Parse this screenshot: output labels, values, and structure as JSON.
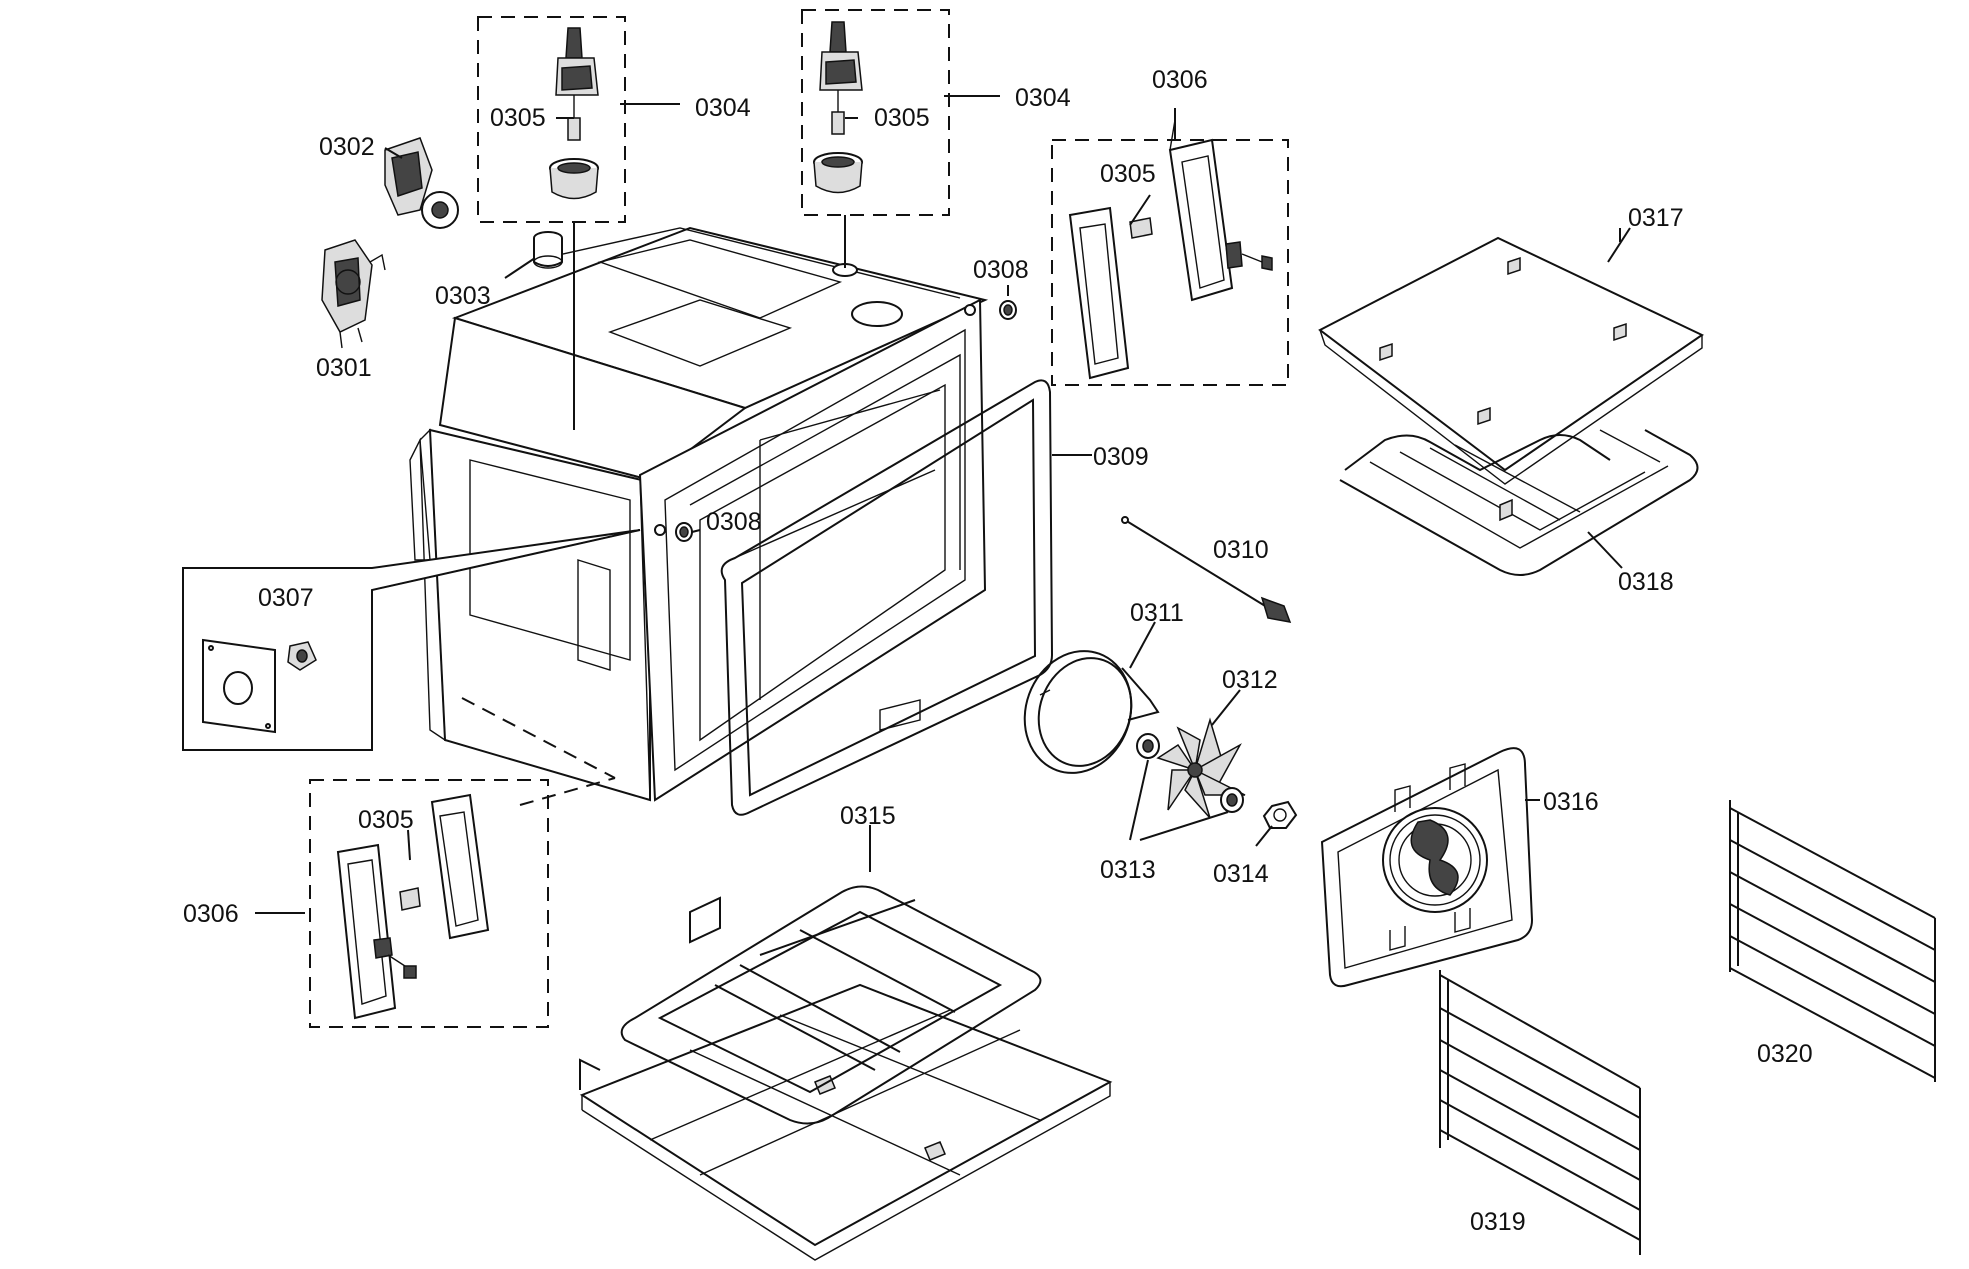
{
  "labels": {
    "p0301": "0301",
    "p0302": "0302",
    "p0303": "0303",
    "p0304a": "0304",
    "p0304b": "0304",
    "p0305a": "0305",
    "p0305b": "0305",
    "p0305c": "0305",
    "p0305d": "0305",
    "p0306a": "0306",
    "p0306b": "0306",
    "p0307": "0307",
    "p0308a": "0308",
    "p0308b": "0308",
    "p0309": "0309",
    "p0310": "0310",
    "p0311": "0311",
    "p0312": "0312",
    "p0313": "0313",
    "p0314": "0314",
    "p0315": "0315",
    "p0316": "0316",
    "p0317": "0317",
    "p0318": "0318",
    "p0319": "0319",
    "p0320": "0320"
  }
}
